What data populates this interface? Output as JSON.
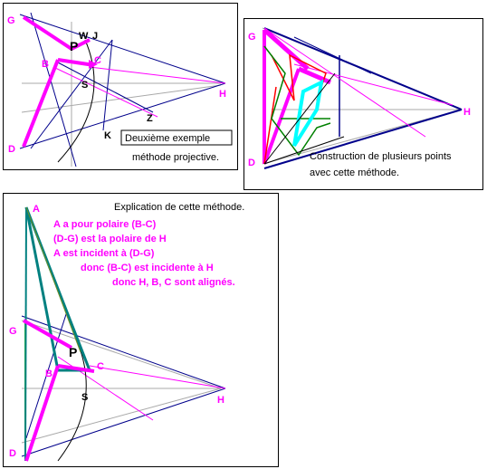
{
  "panel1": {
    "points": {
      "G": "G",
      "W": "W",
      "J": "J",
      "P": "P",
      "B": "B",
      "C": "C",
      "S": "S",
      "H": "H",
      "Z": "Z",
      "K": "K",
      "D": "D"
    },
    "caption_box": "Deuxième exemple",
    "caption": "méthode projective."
  },
  "panel2": {
    "points": {
      "G": "G",
      "H": "H",
      "D": "D"
    },
    "caption_line1": "Construction de plusieurs points",
    "caption_line2": "avec cette  méthode."
  },
  "panel3": {
    "title": "Explication de cette méthode.",
    "points": {
      "A": "A",
      "G": "G",
      "P": "P",
      "B": "B",
      "C": "C",
      "S": "S",
      "H": "H",
      "D": "D"
    },
    "lines": [
      "A a pour polaire (B-C)",
      "(D-G) est la polaire de H",
      "A est incident à (D-G)",
      "donc (B-C) est incidente à H",
      "donc  H, B, C sont alignés."
    ]
  },
  "colors": {
    "magenta": "#ff00ff",
    "blue": "#00008b",
    "teal": "#008080",
    "green": "#228b22",
    "red": "#ff0000",
    "cyan": "#00ffff",
    "grey": "#a9a9a9"
  }
}
